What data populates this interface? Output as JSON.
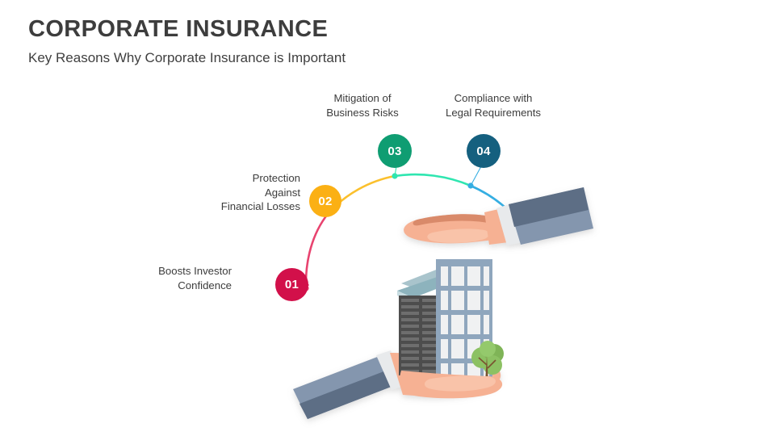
{
  "header": {
    "title": "CORPORATE INSURANCE",
    "subtitle": "Key Reasons Why Corporate Insurance is Important"
  },
  "diagram": {
    "type": "arc-infographic",
    "center_illustration": "hands-protecting-office-buildings",
    "background_color": "#ffffff",
    "text_color": "#3c3c3c",
    "items": [
      {
        "number": "01",
        "label": "Boosts Investor\nConfidence",
        "color": "#d2104a",
        "align": "right"
      },
      {
        "number": "02",
        "label": "Protection\nAgainst\nFinancial Losses",
        "color": "#fbb014",
        "align": "right"
      },
      {
        "number": "03",
        "label": "Mitigation of\nBusiness Risks",
        "color": "#0f9d72",
        "align": "center"
      },
      {
        "number": "04",
        "label": "Compliance with\nLegal Requirements",
        "color": "#15607f",
        "align": "center"
      }
    ],
    "arc_segments": [
      {
        "name": "segment-01",
        "color": "#e8436f"
      },
      {
        "name": "segment-02",
        "color": "#fbc02d"
      },
      {
        "name": "segment-03",
        "color": "#2fe6b0"
      },
      {
        "name": "segment-04",
        "color": "#35aee2"
      }
    ],
    "illustration_colors": {
      "skin": "#f6b193",
      "skin_shadow": "#e09878",
      "sleeve_dark": "#5d6e85",
      "sleeve_light": "#8496ae",
      "cuff": "#e8eaec",
      "building_front": "#8fa6bd",
      "building_window": "#f0f1f2",
      "tower_dark": "#4d4d4d",
      "tower_stripe": "#6e6e6e",
      "roof_teal": "#8db3bd",
      "tree_leaf": "#82bb5a",
      "tree_trunk": "#7a5430"
    }
  }
}
